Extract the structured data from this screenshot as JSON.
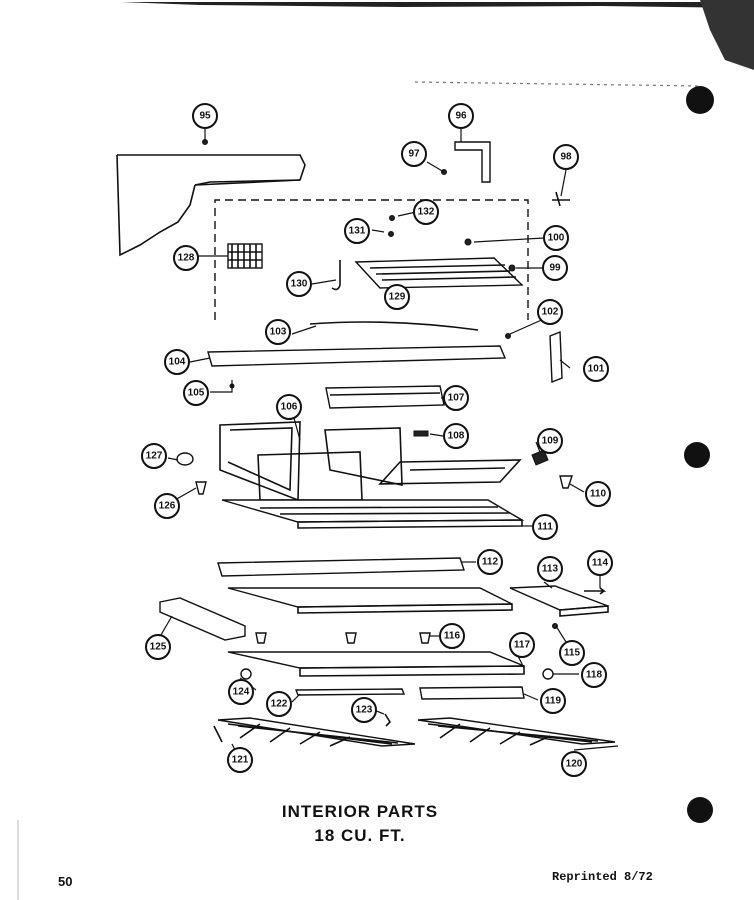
{
  "title": {
    "line1": "INTERIOR PARTS",
    "line2": "18 CU. FT."
  },
  "page_number": "50",
  "reprint_note": "Reprinted 8/72",
  "callouts": [
    "95",
    "96",
    "97",
    "98",
    "100",
    "99",
    "101",
    "102",
    "103",
    "104",
    "105",
    "107",
    "106",
    "108",
    "109",
    "110",
    "111",
    "112",
    "113",
    "114",
    "115",
    "116",
    "117",
    "118",
    "119",
    "120",
    "121",
    "122",
    "123",
    "124",
    "125",
    "126",
    "127",
    "128",
    "129",
    "130",
    "131",
    "132"
  ]
}
